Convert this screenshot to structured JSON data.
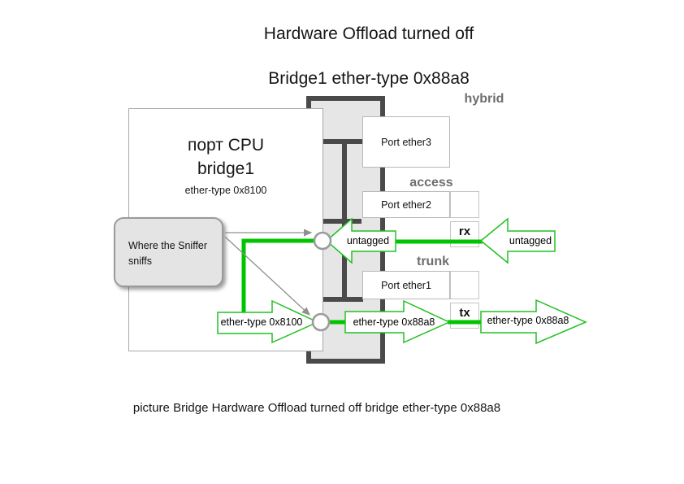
{
  "title": "Hardware Offload turned off",
  "subtitle": "Bridge1 ether-type 0x88a8",
  "caption": "picture Bridge Hardware Offload turned off bridge ether-type 0x88a8",
  "cpu": {
    "line1": "порт CPU",
    "line2": "bridge1",
    "ethertype": "ether-type 0x8100"
  },
  "ports": [
    {
      "name": "Port ether3",
      "mode": "hybrid"
    },
    {
      "name": "Port ether2",
      "mode": "access"
    },
    {
      "name": "Port ether1",
      "mode": "trunk"
    }
  ],
  "badges": {
    "rx": "rx",
    "tx": "tx"
  },
  "flow_labels": {
    "access_cpu_side": "untagged",
    "access_ingress": "untagged",
    "cpu_egress": "ether-type 0x8100",
    "trunk_port_side": "ether-type 0x88a8",
    "trunk_egress": "ether-type 0x88a8"
  },
  "callout": {
    "text": "Where the Sniffer sniffs"
  },
  "colors": {
    "flow_green": "#00c400",
    "arrow_outline_green": "#22c022",
    "bridge_dark": "#4a4a4a",
    "bridge_fill": "#e6e6e6",
    "mode_label_gray": "#6e6e6e",
    "sniffer_arrow_gray": "#8f8f8f"
  }
}
